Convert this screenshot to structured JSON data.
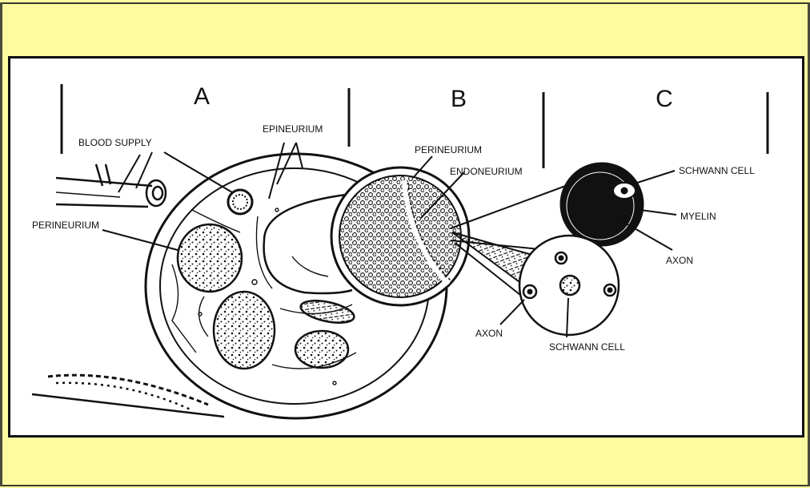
{
  "sections": {
    "a": "A",
    "b": "B",
    "c": "C"
  },
  "labels": {
    "blood_supply": "BLOOD SUPPLY",
    "epineurium": "EPINEURIUM",
    "perineurium_left": "PERINEURIUM",
    "perineurium_center": "PERINEURIUM",
    "endoneurium": "ENDONEURIUM",
    "schwann_cell_top": "SCHWANN CELL",
    "myelin": "MYELIN",
    "axon_right": "AXON",
    "axon_bottom": "AXON",
    "schwann_cell_bottom": "SCHWANN CELL"
  },
  "colors": {
    "background": "#fdfaa0",
    "panel": "#ffffff",
    "ink": "#111111"
  }
}
